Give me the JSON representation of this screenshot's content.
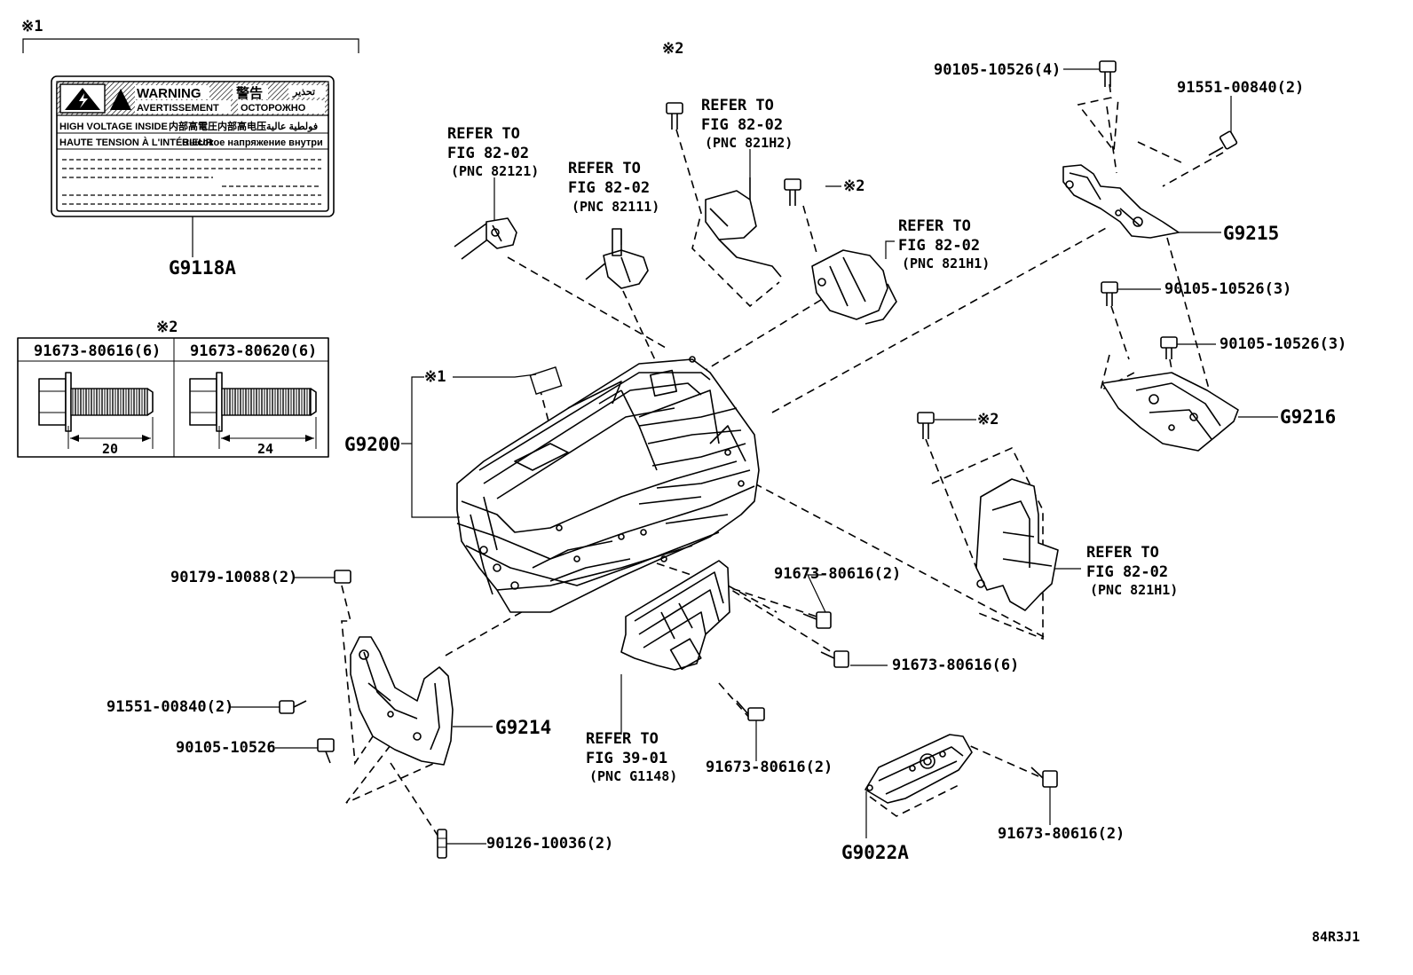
{
  "marks": {
    "note1": "※1",
    "note2": "※2"
  },
  "warning_label": {
    "warning": "WARNING",
    "avertissement": "AVERTISSEMENT",
    "jp_warning": "警告",
    "ru_warning": "ОСТОРОЖНО",
    "high_voltage": "HIGH VOLTAGE INSIDE",
    "jp_high_voltage": "内部高電圧",
    "cn_high_voltage": "内部高电压",
    "ar_high_voltage": "فولطية عالية",
    "fr_high_voltage": "HAUTE TENSION À L'INTÉRIEUR",
    "ru_high_voltage": "Высокое напряжение внутри"
  },
  "parts": {
    "label": "G9118A",
    "inverter": "G9200",
    "bracket_left": "G9214",
    "bracket_upper_right": "G9215",
    "bracket_right": "G9216",
    "cover": "G9022A"
  },
  "bolt_table": {
    "bolt_a": "91673-80616(6)",
    "bolt_b": "91673-80620(6)",
    "dim_a": "20",
    "dim_b": "24"
  },
  "callouts": {
    "refer_to": "REFER TO",
    "fig_82": "FIG 82-02",
    "fig_39": "FIG 39-01",
    "pnc_82121": "(PNC 82121)",
    "pnc_82111": "(PNC 82111)",
    "pnc_821h2": "(PNC 821H2)",
    "pnc_821h1": "(PNC 821H1)",
    "pnc_g1148": "(PNC G1148)"
  },
  "bolts": {
    "b_90105_4": "90105-10526(4)",
    "b_91551_top": "91551-00840(2)",
    "b_90105_3a": "90105-10526(3)",
    "b_90105_3b": "90105-10526(3)",
    "b_91673_2_mid": "91673-80616(2)",
    "b_91673_6": "91673-80616(6)",
    "b_91673_2_low": "91673-80616(2)",
    "b_91673_2_right": "91673-80616(2)",
    "b_90179": "90179-10088(2)",
    "b_91551_left": "91551-00840(2)",
    "b_90105_single": "90105-10526",
    "b_90126": "90126-10036(2)"
  },
  "diagram_code": "84R3J1"
}
